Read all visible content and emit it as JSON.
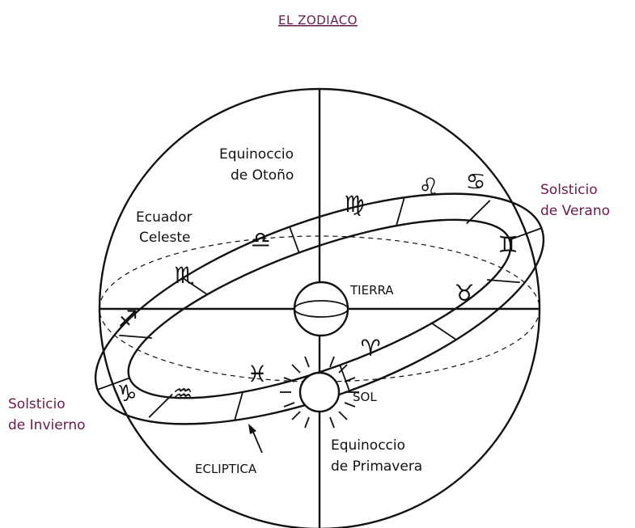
{
  "title": "EL ZODIACO",
  "labels": {
    "equinox_autumn_line1": "Equinoccio",
    "equinox_autumn_line2": "de Otoño",
    "celestial_equator_line1": "Ecuador",
    "celestial_equator_line2": "Celeste",
    "solstice_summer_line1": "Solsticio",
    "solstice_summer_line2": "de Verano",
    "solstice_winter_line1": "Solsticio",
    "solstice_winter_line2": "de Invierno",
    "earth": "TIERRA",
    "sun": "SOL",
    "ecliptic": "ECLIPTICA",
    "equinox_spring_line1": "Equinoccio",
    "equinox_spring_line2": "de Primavera"
  },
  "zodiac_signs": {
    "aries": "♈",
    "taurus": "♉",
    "gemini": "♊",
    "cancer": "♋",
    "leo": "♌",
    "virgo": "♍",
    "libra": "♎",
    "scorpio": "♏",
    "sagittarius": "♐",
    "capricorn": "♑",
    "aquarius": "♒",
    "pisces": "♓"
  },
  "colors": {
    "accent_text": "#6a1a4c",
    "line": "#111111",
    "background": "#ffffff"
  }
}
